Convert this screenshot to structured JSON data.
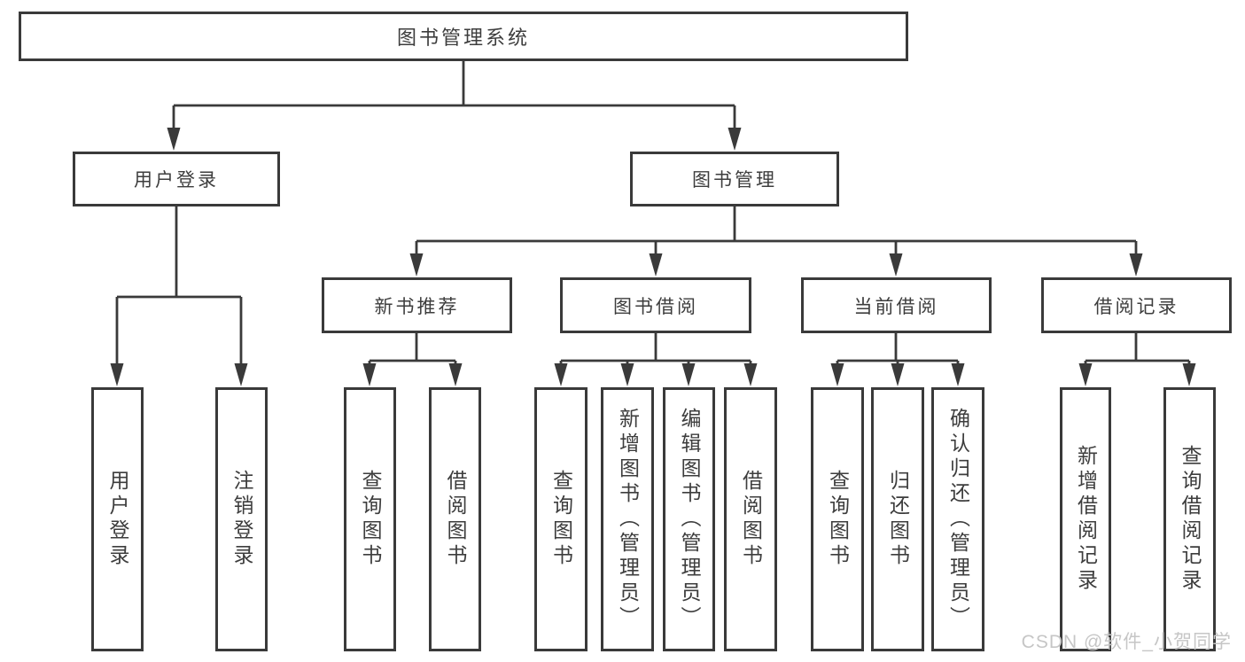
{
  "tree": {
    "root": {
      "label": "图书管理系统"
    },
    "branches": [
      {
        "label": "用户登录",
        "children": [
          {
            "label": "用户登录"
          },
          {
            "label": "注销登录"
          }
        ]
      },
      {
        "label": "图书管理",
        "children": [
          {
            "label": "新书推荐",
            "children": [
              {
                "label": "查询图书"
              },
              {
                "label": "借阅图书"
              }
            ]
          },
          {
            "label": "图书借阅",
            "children": [
              {
                "label": "查询图书"
              },
              {
                "label": "新增图书（管理员）"
              },
              {
                "label": "编辑图书（管理员）"
              },
              {
                "label": "借阅图书"
              }
            ]
          },
          {
            "label": "当前借阅",
            "children": [
              {
                "label": "查询图书"
              },
              {
                "label": "归还图书"
              },
              {
                "label": "确认归还（管理员）"
              }
            ]
          },
          {
            "label": "借阅记录",
            "children": [
              {
                "label": "新增借阅记录"
              },
              {
                "label": "查询借阅记录"
              }
            ]
          }
        ]
      }
    ]
  },
  "watermark": {
    "text": "CSDN @软件_小贺同学"
  },
  "colors": {
    "line": "#3a3a3a",
    "text": "#3d3d3d",
    "box_background": "#ffffff",
    "page_background": "#ffffff",
    "watermark": "#c6c6c6"
  }
}
